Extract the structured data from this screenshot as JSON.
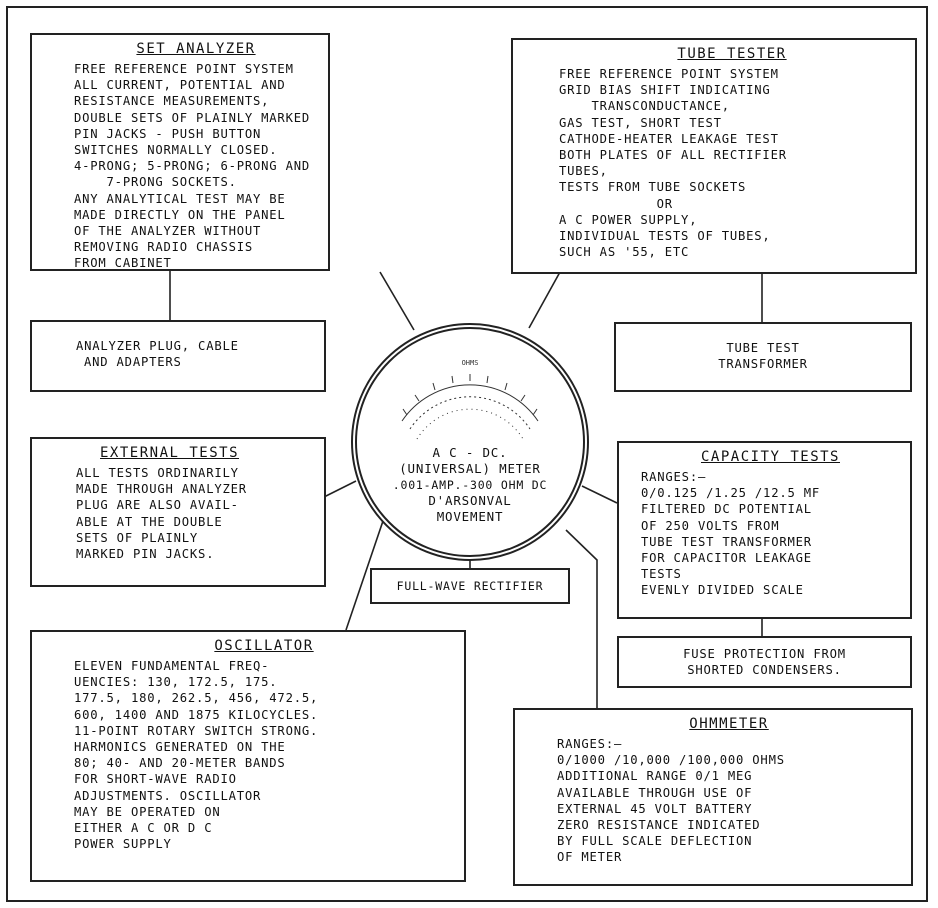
{
  "set_analyzer": {
    "title": "SET ANALYZER",
    "lines": [
      "FREE REFERENCE POINT SYSTEM",
      "ALL CURRENT, POTENTIAL AND",
      "RESISTANCE MEASUREMENTS,",
      "DOUBLE SETS OF PLAINLY MARKED",
      "PIN JACKS - PUSH BUTTON",
      "SWITCHES NORMALLY CLOSED.",
      "4-PRONG; 5-PRONG; 6-PRONG AND",
      "    7-PRONG SOCKETS.",
      "ANY ANALYTICAL TEST MAY BE",
      "MADE DIRECTLY ON THE PANEL",
      "OF THE ANALYZER WITHOUT",
      "REMOVING RADIO CHASSIS",
      "FROM CABINET"
    ]
  },
  "tube_tester": {
    "title": "TUBE TESTER",
    "lines": [
      "FREE REFERENCE POINT SYSTEM",
      "GRID BIAS SHIFT INDICATING",
      "    TRANSCONDUCTANCE,",
      "GAS TEST, SHORT TEST",
      "CATHODE-HEATER LEAKAGE TEST",
      "BOTH PLATES OF ALL RECTIFIER",
      "TUBES,",
      "TESTS FROM TUBE SOCKETS",
      "            OR",
      "A C POWER SUPPLY,",
      "INDIVIDUAL TESTS OF TUBES,",
      "SUCH AS '55, ETC"
    ]
  },
  "analyzer_plug": {
    "lines": [
      "ANALYZER PLUG, CABLE",
      "AND ADAPTERS"
    ]
  },
  "tube_test_transformer": {
    "lines": [
      "TUBE TEST",
      "TRANSFORMER"
    ]
  },
  "external_tests": {
    "title": "EXTERNAL TESTS",
    "lines": [
      "ALL TESTS ORDINARILY",
      "MADE THROUGH ANALYZER",
      "PLUG ARE ALSO AVAIL-",
      "ABLE AT THE DOUBLE",
      "SETS OF PLAINLY",
      "MARKED PIN JACKS."
    ]
  },
  "capacity_tests": {
    "title": "CAPACITY TESTS",
    "lines": [
      "RANGES:—",
      "0/0.125 /1.25 /12.5 MF",
      "FILTERED DC POTENTIAL",
      "OF 250 VOLTS FROM",
      "TUBE TEST TRANSFORMER",
      "FOR CAPACITOR LEAKAGE",
      "TESTS",
      "EVENLY DIVIDED SCALE"
    ]
  },
  "meter": {
    "scale_label": "OHMS",
    "lines": [
      "A C - DC.",
      "(UNIVERSAL) METER",
      ".001-AMP.-300 OHM DC",
      "D'ARSONVAL",
      "MOVEMENT"
    ]
  },
  "rectifier": {
    "label": "FULL-WAVE RECTIFIER"
  },
  "fuse": {
    "lines": [
      "FUSE PROTECTION FROM",
      "SHORTED CONDENSERS."
    ]
  },
  "oscillator": {
    "title": "OSCILLATOR",
    "lines": [
      "ELEVEN FUNDAMENTAL FREQ-",
      "UENCIES: 130, 172.5, 175.",
      "177.5, 180, 262.5, 456, 472.5,",
      "600, 1400 AND 1875 KILOCYCLES.",
      "11-POINT ROTARY SWITCH STRONG.",
      "HARMONICS GENERATED ON THE",
      "80; 40- AND 20-METER BANDS",
      "FOR SHORT-WAVE RADIO",
      "ADJUSTMENTS. OSCILLATOR",
      "MAY BE OPERATED ON",
      "EITHER A C OR D C",
      "POWER SUPPLY"
    ]
  },
  "ohmmeter": {
    "title": "OHMMETER",
    "lines": [
      "RANGES:—",
      "0/1000 /10,000 /100,000 OHMS",
      "ADDITIONAL RANGE 0/1 MEG",
      "AVAILABLE THROUGH USE OF",
      "EXTERNAL 45 VOLT BATTERY",
      "ZERO RESISTANCE INDICATED",
      "BY FULL SCALE DEFLECTION",
      "OF METER"
    ]
  }
}
